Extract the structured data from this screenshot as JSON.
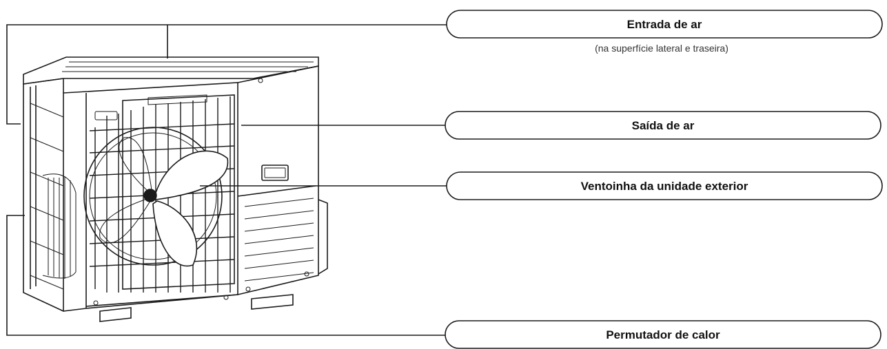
{
  "labels": {
    "air_inlet": "Entrada de ar",
    "air_inlet_note": "(na superfície lateral e traseira)",
    "air_outlet": "Saída de ar",
    "outdoor_fan": "Ventoinha da unidade exterior",
    "heat_exchanger": "Permutador de calor"
  },
  "colors": {
    "line": "#1a1a1a",
    "background": "#ffffff"
  }
}
